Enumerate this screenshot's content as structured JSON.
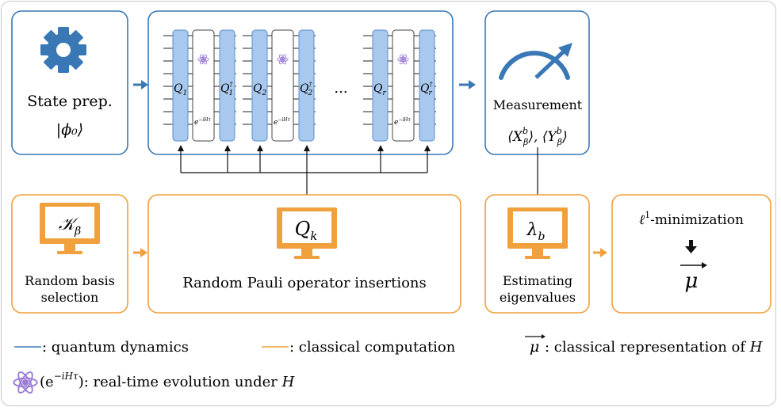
{
  "colors": {
    "quantum": "#3a78b5",
    "classical": "#f0a03c",
    "gate_fill": "#a9c8ee",
    "gate_stroke": "#5a8fcb",
    "atom": "#9a7bd6"
  },
  "state_prep": {
    "icon": "gear-icon",
    "label": "State prep.",
    "ket": "|ϕ₀⟩"
  },
  "circuit": {
    "ellipsis": "...",
    "blocks": [
      {
        "q_label": "Q",
        "q_sub": "1",
        "qd_label": "Q",
        "qd_sub": "1",
        "dagger": "†",
        "evo": "e",
        "evo_sup": "−iHτ"
      },
      {
        "q_label": "Q",
        "q_sub": "2",
        "qd_label": "Q",
        "qd_sub": "2",
        "dagger": "†",
        "evo": "e",
        "evo_sup": "−iHτ"
      },
      {
        "q_label": "Q",
        "q_sub": "r",
        "qd_label": "Q",
        "qd_sub": "r",
        "dagger": "†",
        "evo": "e",
        "evo_sup": "−iHτ"
      }
    ]
  },
  "measurement": {
    "icon": "gauge-icon",
    "label": "Measurement",
    "observables": "⟨X",
    "obs_x_sup": "b",
    "obs_x_sub": "β",
    "obs_sep": "⟩, ⟨Y",
    "obs_y_sup": "b",
    "obs_y_sub": "β",
    "obs_end": "⟩"
  },
  "random_basis": {
    "icon": "monitor-icon",
    "screen_symbol": "𝒦",
    "screen_sub": "β",
    "label_line1": "Random basis",
    "label_line2": "selection"
  },
  "pauli_insertions": {
    "icon": "monitor-icon",
    "screen_symbol": "Q",
    "screen_sub": "k",
    "label": "Random Pauli operator insertions"
  },
  "eigenvalues": {
    "icon": "monitor-icon",
    "screen_symbol": "λ",
    "screen_sub": "b",
    "label_line1": "Estimating",
    "label_line2": "eigenvalues"
  },
  "minimization": {
    "title_ell": "ℓ",
    "title_sup": "1",
    "title_rest": "-minimization",
    "arrow": "down-arrow-icon",
    "result": "μ"
  },
  "legend": {
    "quantum_text": ": quantum dynamics",
    "classical_text": ": classical computation",
    "mu_symbol": "μ",
    "mu_text": ": classical representation of ",
    "mu_H": "H",
    "evo_open": "(e",
    "evo_sup": "−iHτ",
    "evo_text": "): real-time evolution under ",
    "evo_H": "H"
  }
}
